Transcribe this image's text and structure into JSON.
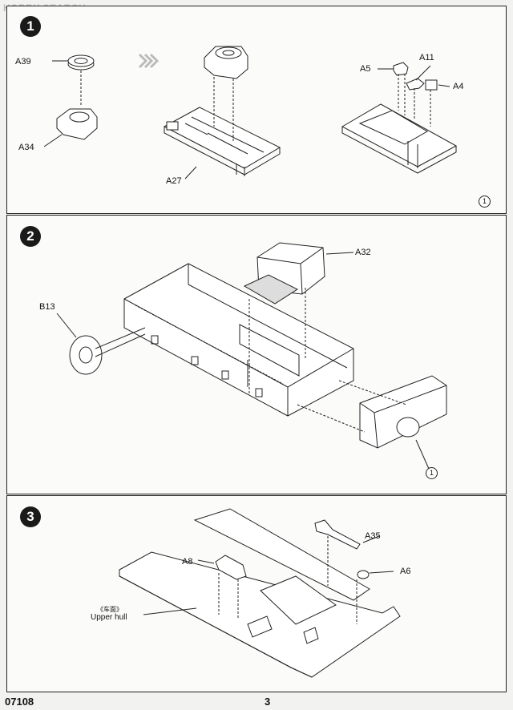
{
  "watermark": {
    "prefix": "HOBBY",
    "suffix": "SEARCH"
  },
  "steps": [
    {
      "number": "1",
      "labels": {
        "a39": "A39",
        "a34": "A34",
        "a27": "A27",
        "a5": "A5",
        "a11": "A11",
        "a4": "A4",
        "ref": "1"
      }
    },
    {
      "number": "2",
      "labels": {
        "a32": "A32",
        "b13": "B13",
        "ref": "1"
      }
    },
    {
      "number": "3",
      "labels": {
        "a35": "A35",
        "a8": "A8",
        "a6": "A6",
        "upper_hull_cn": "《车面》",
        "upper_hull": "Upper hull"
      }
    }
  ],
  "footer": {
    "product_code": "07108",
    "page_number": "3"
  },
  "colors": {
    "ink": "#222222",
    "badge": "#1a1a1a",
    "panel_bg": "#fbfbf9"
  }
}
